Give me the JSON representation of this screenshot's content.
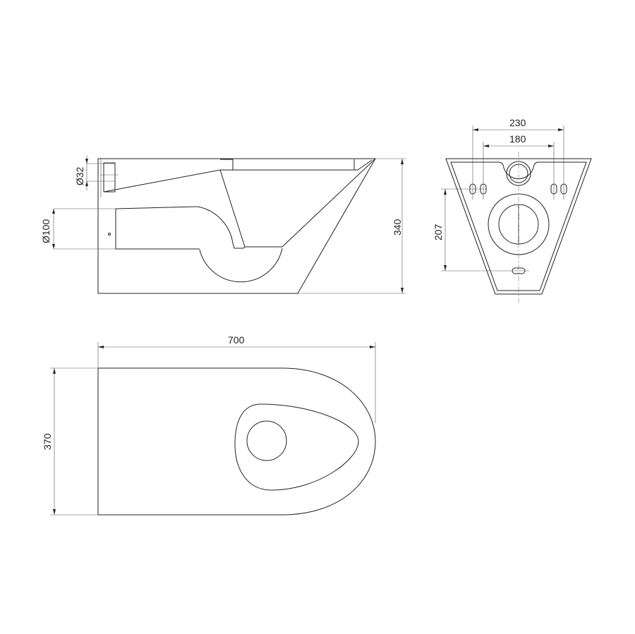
{
  "drawing": {
    "side_view": {
      "height_dim": "340",
      "drain_dim": "Ø100",
      "inlet_dim": "Ø32"
    },
    "rear_view": {
      "outer_fixing_dim": "230",
      "inner_fixing_dim": "180",
      "vertical_fixing_dim": "207"
    },
    "top_view": {
      "length_dim": "700",
      "width_dim": "370"
    },
    "line_color": "#222222"
  }
}
